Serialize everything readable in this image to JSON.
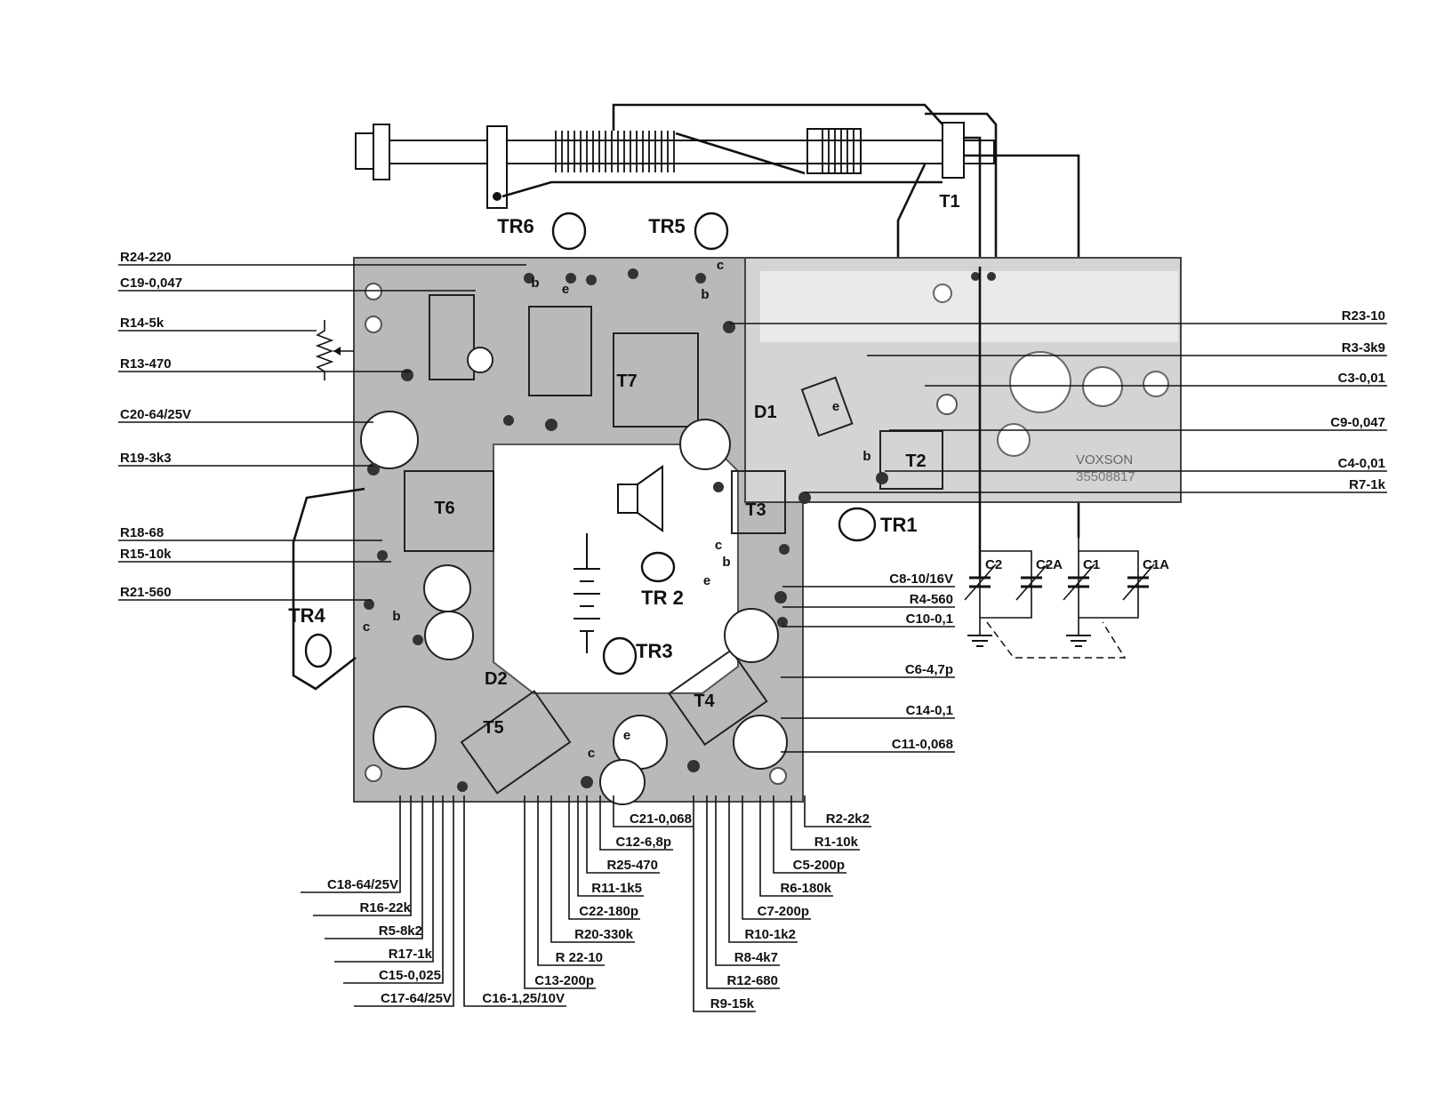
{
  "left_labels": [
    "R24-220",
    "C19-0,047",
    "R14-5k",
    "R13-470",
    "C20-64/25V",
    "R19-3k3",
    "R18-68",
    "R15-10k",
    "R21-560"
  ],
  "right_labels": [
    "R23-10",
    "R3-3k9",
    "C3-0,01",
    "C9-0,047",
    "C4-0,01",
    "R7-1k"
  ],
  "mid_right_labels": [
    "C8-10/16V",
    "R4-560",
    "C10-0,1",
    "C6-4,7p",
    "C14-0,1",
    "C11-0,068"
  ],
  "bottom_center_labels": [
    "C21-0,068",
    "C12-6,8p",
    "R25-470",
    "R11-1k5",
    "C22-180p",
    "R20-330k",
    "R 22-10",
    "C13-200p"
  ],
  "bottom_right_labels": [
    "R2-2k2",
    "R1-10k",
    "C5-200p",
    "R6-180k",
    "C7-200p",
    "R10-1k2",
    "R8-4k7",
    "R12-680",
    "R9-15k"
  ],
  "bottom_left_labels": [
    "C18-64/25V",
    "R16-22k",
    "R5-8k2",
    "R17-1k",
    "C15-0,025",
    "C17-64/25V",
    "C16-1,25/10V"
  ],
  "components": {
    "transistors": [
      "TR1",
      "TR 2",
      "TR3",
      "TR4",
      "TR5",
      "TR6"
    ],
    "transformers": [
      "T1",
      "T2",
      "T3",
      "T4",
      "T5",
      "T6",
      "T7"
    ],
    "diodes": [
      "D1",
      "D2"
    ],
    "capacitors": [
      "C2",
      "C2A",
      "C1",
      "C1A"
    ]
  },
  "board_brand": "VOXSON",
  "board_code": "35508817",
  "pins": {
    "b": "b",
    "c": "c",
    "e": "e"
  }
}
